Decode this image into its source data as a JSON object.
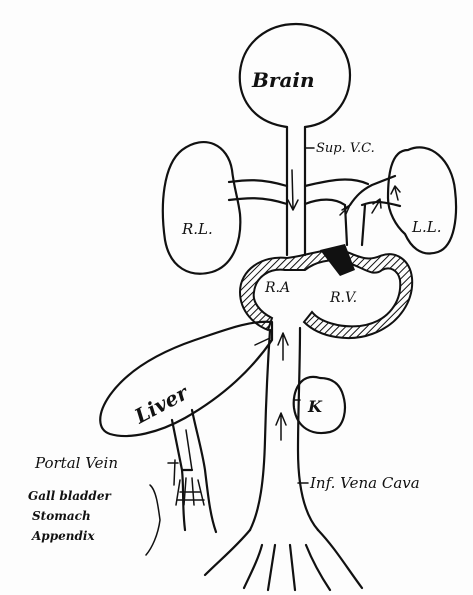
{
  "labels": {
    "brain": "Brain",
    "sup_vc": "Sup. V.C.",
    "right_lung": "R.L.",
    "left_lung": "L.L.",
    "right_atrium": "R.A",
    "right_ventricle": "R.V.",
    "liver": "Liver",
    "kidney": "K",
    "portal_vein": "Portal Vein",
    "inf_vena_cava": "Inf. Vena Cava",
    "organs": [
      "Gall bladder",
      "Stomach",
      "Appendix"
    ]
  },
  "colors": {
    "ink": "#111111",
    "paper": "#fdfdfd"
  }
}
